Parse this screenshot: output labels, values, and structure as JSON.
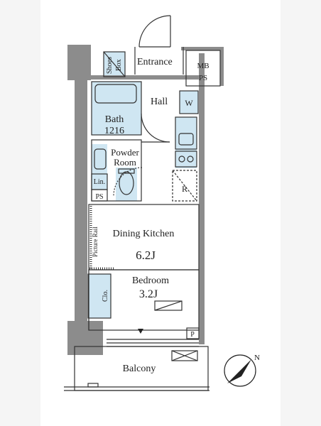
{
  "plan": {
    "rooms": {
      "entrance": "Entrance",
      "mb_line1": "MB",
      "mb_line2": "PS",
      "shoes_line1": "Shoes",
      "shoes_line2": "Box",
      "hall": "Hall",
      "washer": "W",
      "bath_line1": "Bath",
      "bath_line2": "1216",
      "powder_line1": "Powder",
      "powder_line2": "Room",
      "linen": "Lin.",
      "ps": "PS",
      "refrigerator": "R",
      "dining_kitchen": "Dining Kitchen",
      "dk_size": "6.2J",
      "picture_rail": "Picture Rail",
      "bedroom": "Bedroom",
      "bedroom_size": "3.2J",
      "closet": "Clo.",
      "balcony": "Balcony",
      "pipe_space": "P",
      "north": "N"
    },
    "colors": {
      "wall": "#8c8c8c",
      "line": "#333333",
      "water": "#cfe6f2"
    }
  }
}
